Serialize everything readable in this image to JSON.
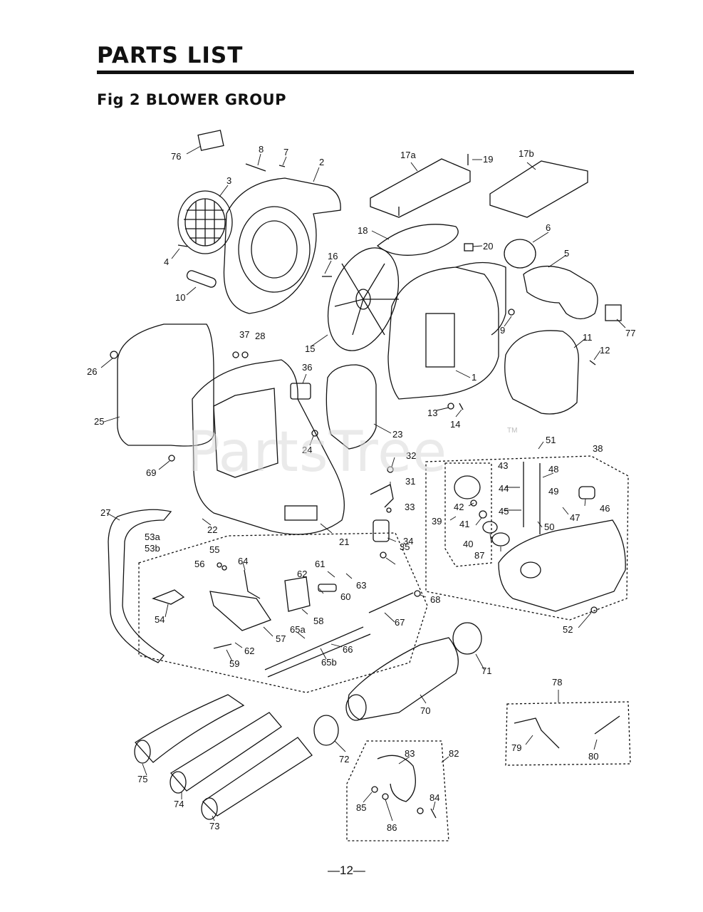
{
  "header": {
    "title": "PARTS LIST",
    "subtitle": "Fig 2 BLOWER GROUP"
  },
  "watermark": {
    "text": "PartsTree",
    "tm": "TM"
  },
  "footer": {
    "page_number": "—12—"
  },
  "part_labels": [
    "76",
    "8",
    "7",
    "2",
    "3",
    "17a",
    "19",
    "17b",
    "18",
    "20",
    "6",
    "5",
    "4",
    "16",
    "10",
    "9",
    "77",
    "15",
    "11",
    "12",
    "37",
    "28",
    "26",
    "36",
    "1",
    "13",
    "14",
    "25",
    "23",
    "24",
    "51",
    "38",
    "69",
    "32",
    "43",
    "48",
    "31",
    "44",
    "49",
    "46",
    "42",
    "45",
    "33",
    "39",
    "47",
    "41",
    "50",
    "27",
    "22",
    "21",
    "34",
    "53a",
    "53b",
    "55",
    "40",
    "87",
    "56",
    "64",
    "35",
    "61",
    "62",
    "63",
    "60",
    "68",
    "54",
    "58",
    "67",
    "57",
    "65a",
    "66",
    "62",
    "59",
    "65b",
    "52",
    "71",
    "78",
    "70",
    "79",
    "80",
    "75",
    "72",
    "83",
    "82",
    "74",
    "85",
    "84",
    "86",
    "73"
  ],
  "colors": {
    "ink": "#111111",
    "watermark": "#d9d9d9"
  }
}
